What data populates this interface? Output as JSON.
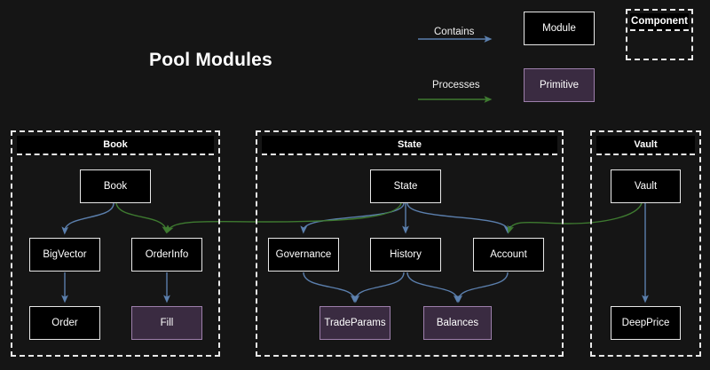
{
  "title": "Pool Modules",
  "colors": {
    "background": "#151515",
    "module_fill": "#000000",
    "module_border": "#e8e8e8",
    "primitive_fill": "#3a2b41",
    "primitive_border": "#9d7fab",
    "contains_edge": "#5b7fad",
    "processes_edge": "#3e7a30",
    "group_border": "#e8e8e8",
    "text": "#ffffff"
  },
  "legend": {
    "contains_label": "Contains",
    "processes_label": "Processes",
    "module_label": "Module",
    "primitive_label": "Primitive",
    "component_label": "Component"
  },
  "groups": [
    {
      "id": "book",
      "label": "Book"
    },
    {
      "id": "state",
      "label": "State"
    },
    {
      "id": "vault",
      "label": "Vault"
    }
  ],
  "nodes": [
    {
      "id": "book",
      "label": "Book",
      "type": "module",
      "group": "book"
    },
    {
      "id": "bigvector",
      "label": "BigVector",
      "type": "module",
      "group": "book"
    },
    {
      "id": "orderinfo",
      "label": "OrderInfo",
      "type": "module",
      "group": "book"
    },
    {
      "id": "order",
      "label": "Order",
      "type": "module",
      "group": "book"
    },
    {
      "id": "fill",
      "label": "Fill",
      "type": "primitive",
      "group": "book"
    },
    {
      "id": "state",
      "label": "State",
      "type": "module",
      "group": "state"
    },
    {
      "id": "governance",
      "label": "Governance",
      "type": "module",
      "group": "state"
    },
    {
      "id": "history",
      "label": "History",
      "type": "module",
      "group": "state"
    },
    {
      "id": "account",
      "label": "Account",
      "type": "module",
      "group": "state"
    },
    {
      "id": "tradeparams",
      "label": "TradeParams",
      "type": "primitive",
      "group": "state"
    },
    {
      "id": "balances",
      "label": "Balances",
      "type": "primitive",
      "group": "state"
    },
    {
      "id": "vault",
      "label": "Vault",
      "type": "module",
      "group": "vault"
    },
    {
      "id": "deepprice",
      "label": "DeepPrice",
      "type": "module",
      "group": "vault"
    }
  ],
  "edges": [
    {
      "from": "book",
      "to": "bigvector",
      "kind": "contains"
    },
    {
      "from": "bigvector",
      "to": "order",
      "kind": "contains"
    },
    {
      "from": "orderinfo",
      "to": "fill",
      "kind": "contains"
    },
    {
      "from": "book",
      "to": "orderinfo",
      "kind": "processes"
    },
    {
      "from": "state",
      "to": "governance",
      "kind": "contains"
    },
    {
      "from": "state",
      "to": "history",
      "kind": "contains"
    },
    {
      "from": "state",
      "to": "account",
      "kind": "contains"
    },
    {
      "from": "state",
      "to": "orderinfo",
      "kind": "processes"
    },
    {
      "from": "governance",
      "to": "tradeparams",
      "kind": "contains"
    },
    {
      "from": "history",
      "to": "tradeparams",
      "kind": "contains"
    },
    {
      "from": "history",
      "to": "balances",
      "kind": "contains"
    },
    {
      "from": "account",
      "to": "balances",
      "kind": "contains"
    },
    {
      "from": "vault",
      "to": "deepprice",
      "kind": "contains"
    },
    {
      "from": "vault",
      "to": "account",
      "kind": "processes"
    }
  ]
}
